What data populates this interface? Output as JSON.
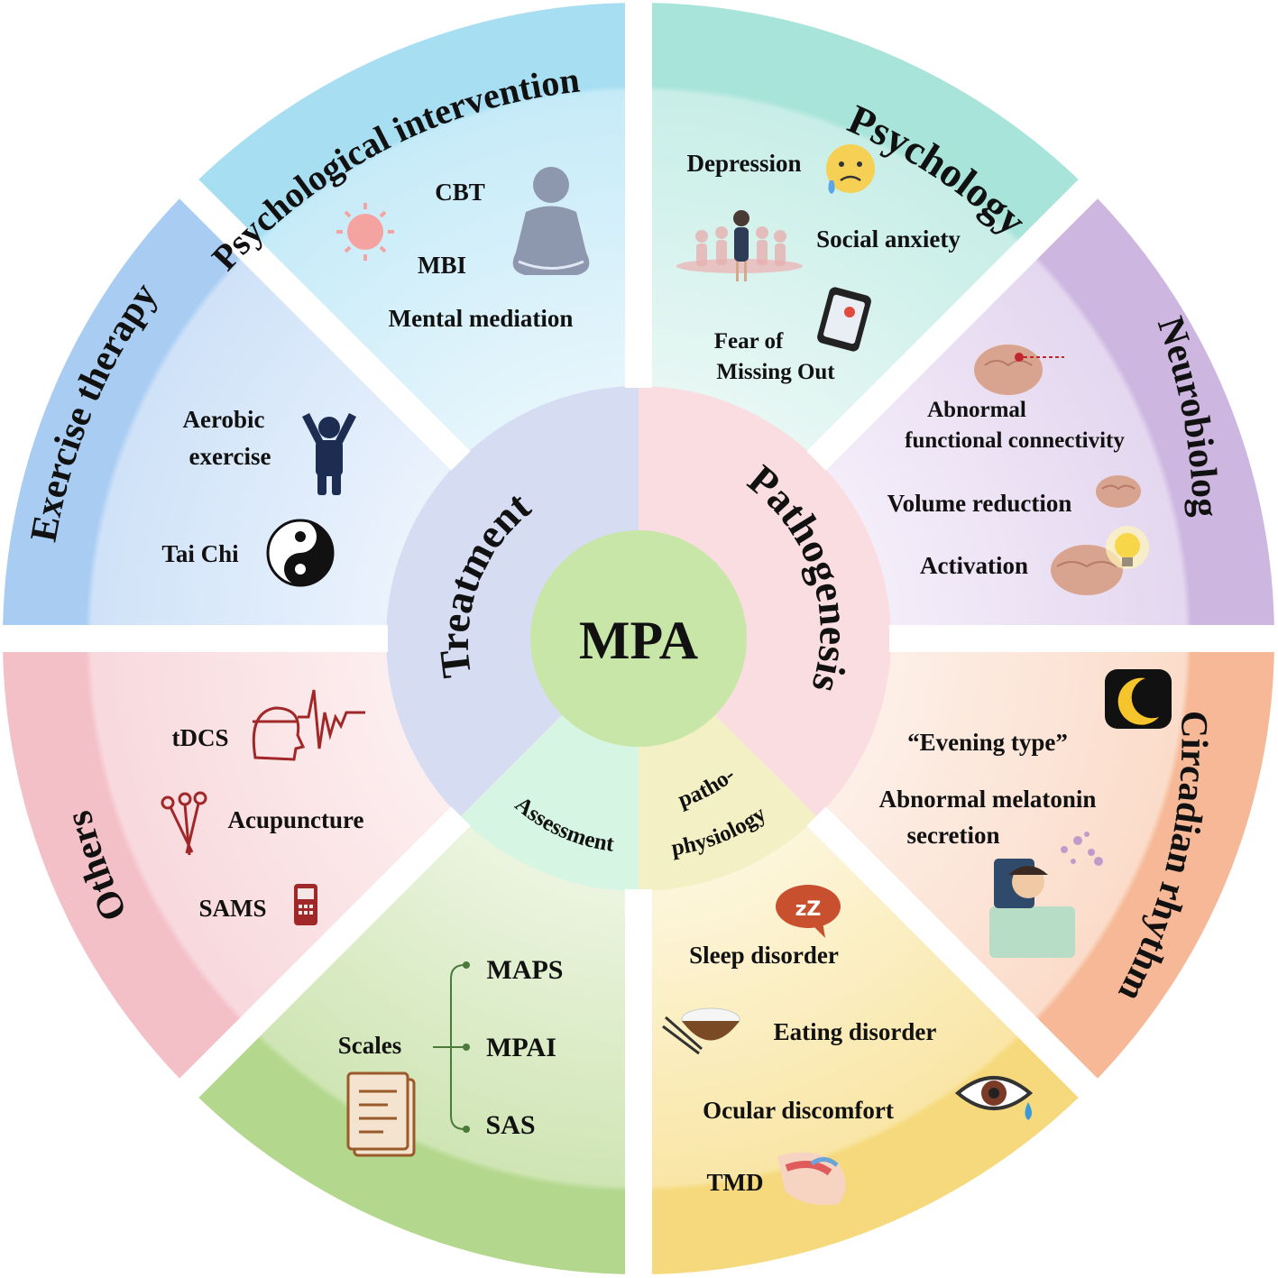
{
  "center": {
    "label": "MPA"
  },
  "inner_ring": {
    "treatment": "Treatment",
    "pathogenesis": "Pathogenesis",
    "assessment": "Assessment",
    "pathophysiology_line1": "patho-",
    "pathophysiology_line2": "physiology"
  },
  "segments": {
    "psychological_intervention": {
      "title": "Psychological intervention",
      "items": [
        "CBT",
        "MBI",
        "Mental mediation"
      ]
    },
    "psychology": {
      "title": "Psychology",
      "items": [
        "Depression",
        "Social anxiety",
        "Fear of",
        "Missing Out"
      ]
    },
    "neurobiology": {
      "title": "Neurobiology",
      "items": [
        "Abnormal",
        "functional connectivity",
        "Volume reduction",
        "Activation"
      ]
    },
    "circadian_rhythm": {
      "title": "Circadian rhythm",
      "items": [
        "“Evening type”",
        "Abnormal melatonin",
        "secretion"
      ]
    },
    "pathophysiology": {
      "items": [
        "Sleep disorder",
        "Eating disorder",
        "Ocular discomfort",
        "TMD"
      ]
    },
    "assessment": {
      "scales_label": "Scales",
      "items": [
        "MAPS",
        "MPAI",
        "SAS"
      ]
    },
    "others": {
      "title": "Others",
      "items": [
        "tDCS",
        "Acupuncture",
        "SAMS"
      ]
    },
    "exercise_therapy": {
      "title": "Exercise therapy",
      "items": [
        "Aerobic",
        "exercise",
        "Tai Chi"
      ]
    }
  },
  "colors": {
    "psych_intervention": "#a8def2",
    "psychology": "#a9e4da",
    "neurobiology": "#cdb7e0",
    "circadian": "#f6b896",
    "pathophysiology": "#f6d97c",
    "assessment": "#b3d88d",
    "others": "#f4c0c8",
    "exercise": "#a9cdf2",
    "center": "#c8e6a8",
    "treatment_ring": "#d6dcf2",
    "pathogenesis_ring": "#f9dde1",
    "assessment_ring": "#d6f5e2",
    "pathophysiology_ring": "#f3f0c6"
  }
}
